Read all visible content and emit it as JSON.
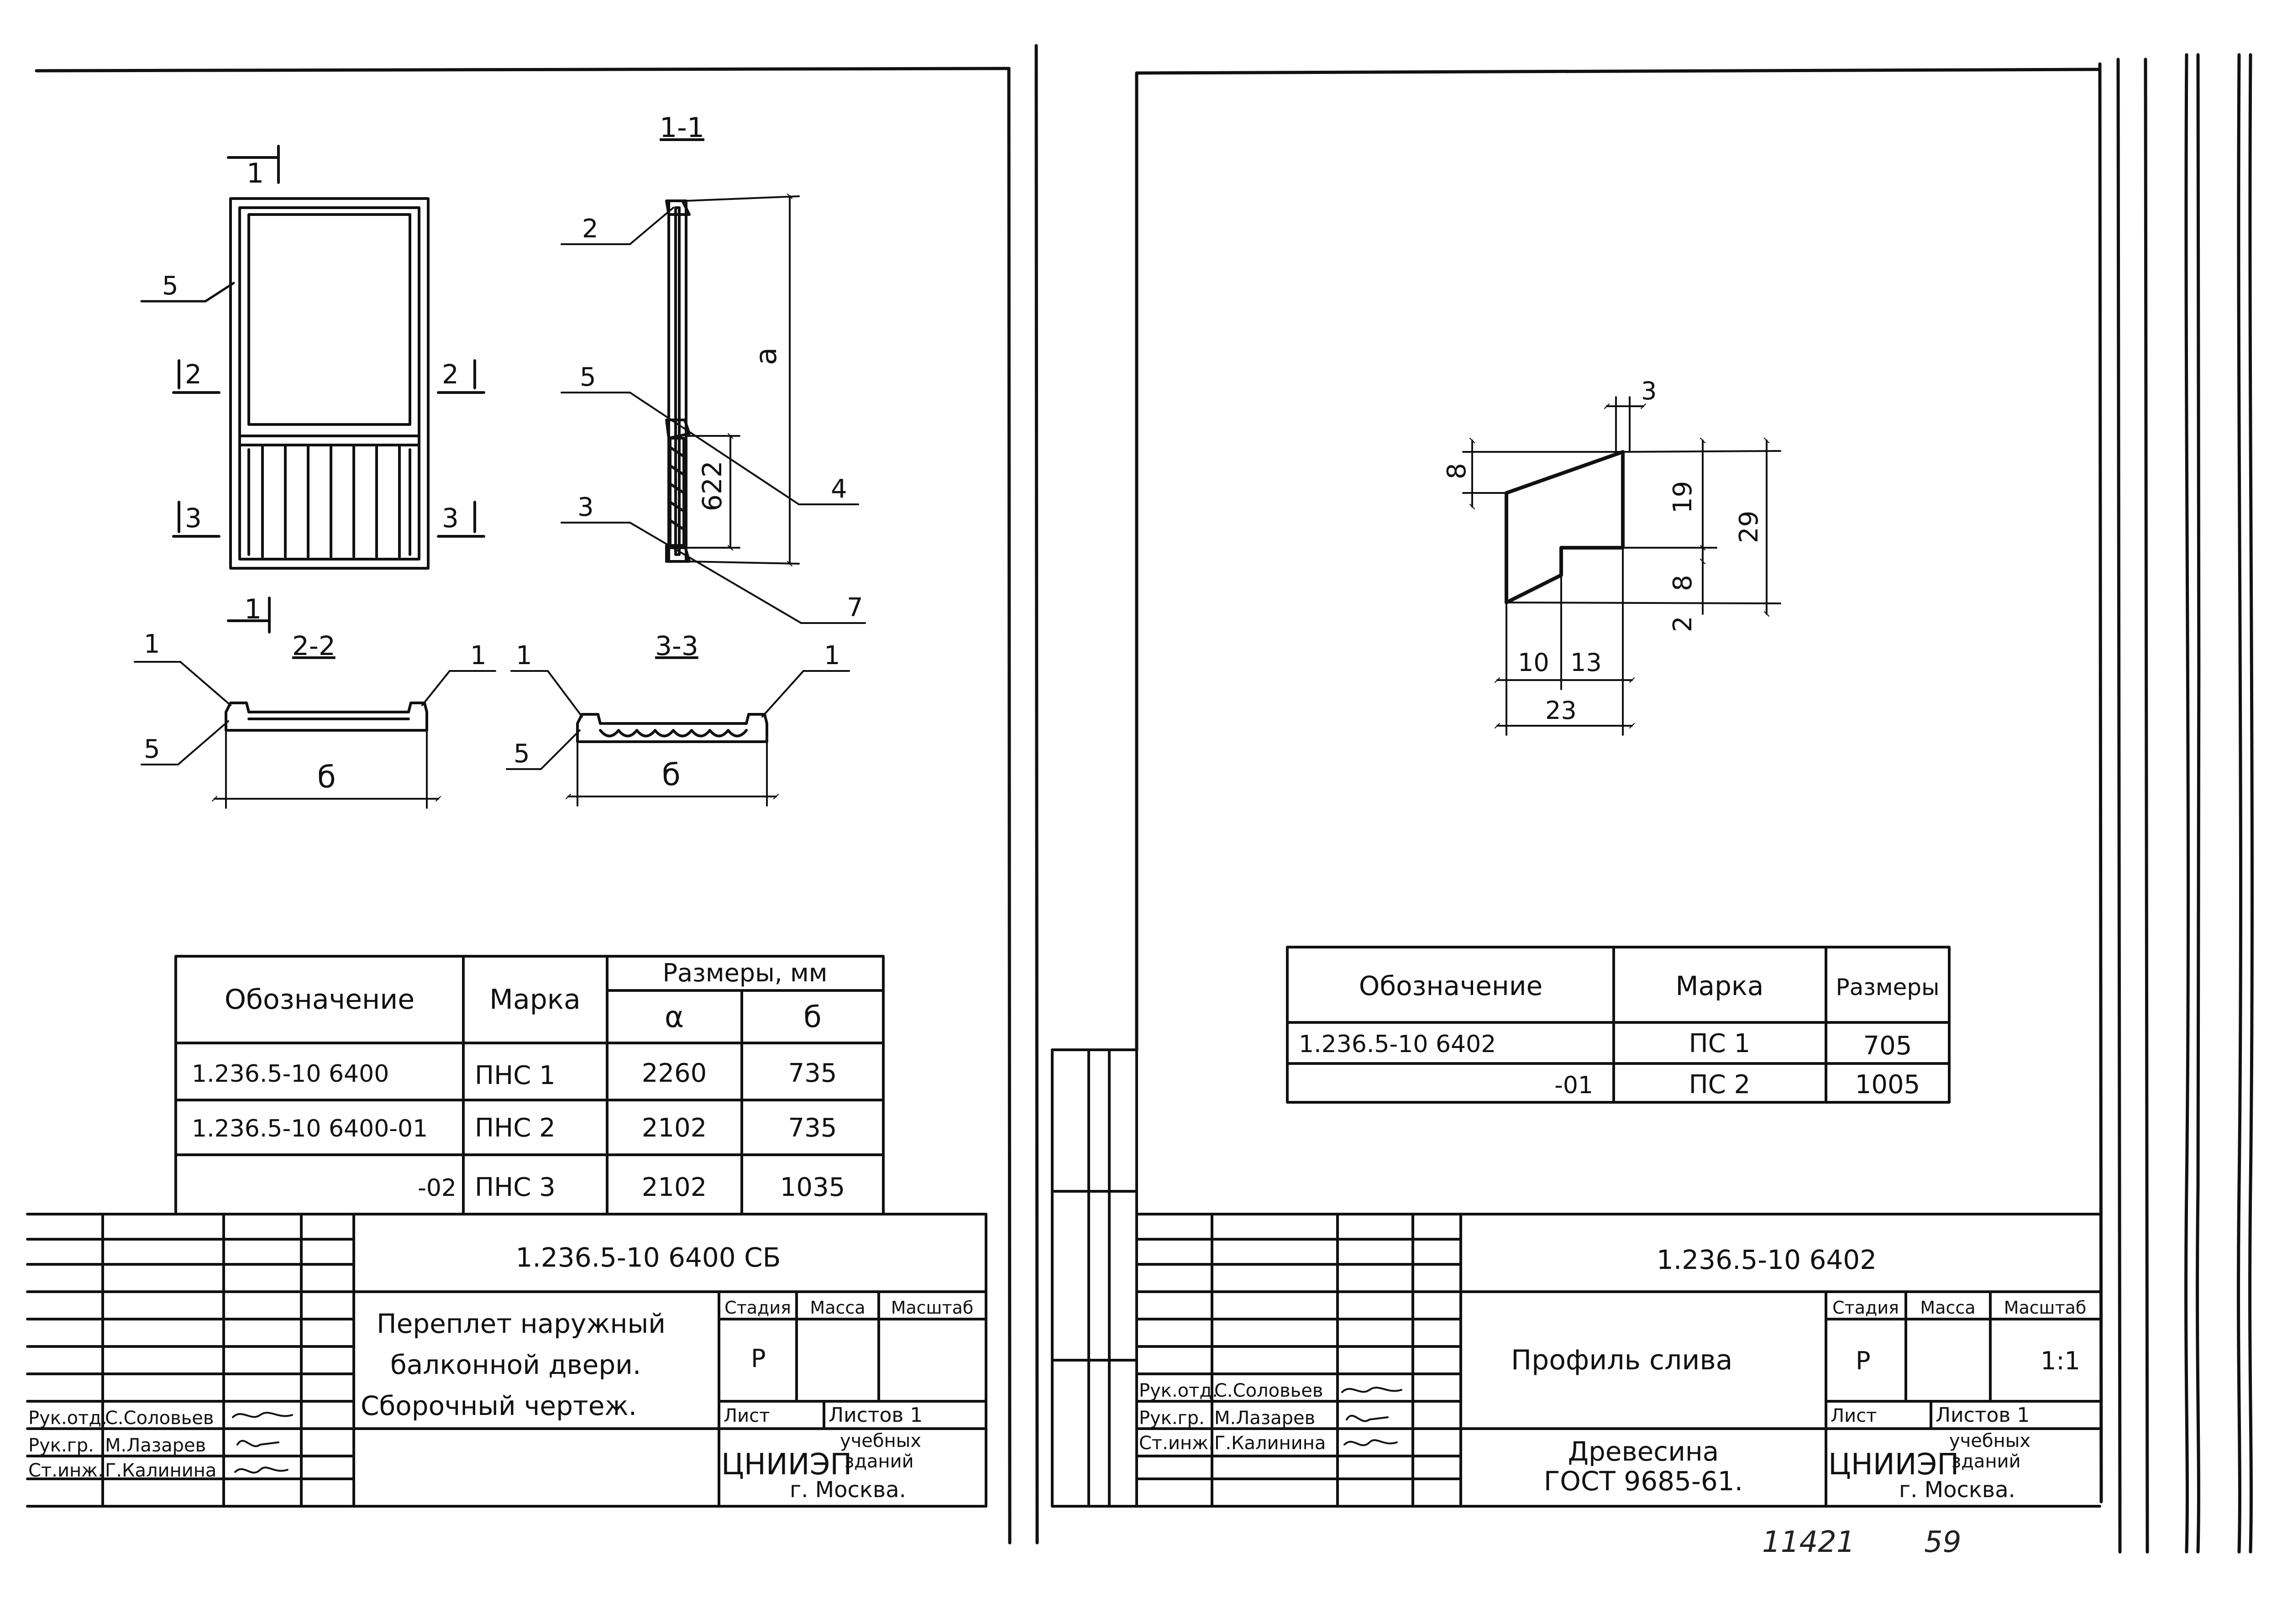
{
  "left_sheet": {
    "section_labels": {
      "s11": "1-1",
      "s22": "2-2",
      "s33": "3-3"
    },
    "cut_marks": {
      "top": "1",
      "bottom": "1",
      "left2": "2",
      "right2": "2",
      "left3": "3",
      "right3": "3"
    },
    "callouts": {
      "c5a": "5",
      "c2": "2",
      "c5b": "5",
      "c4": "4",
      "c3": "3",
      "c7": "7",
      "c1a": "1",
      "c1b": "1",
      "c5c": "5",
      "c1c": "1",
      "c1d": "1",
      "c5d": "5"
    },
    "dimensions": {
      "height_label": "a",
      "panel_height": "622",
      "width_label_22": "б",
      "width_label_33": "б"
    },
    "table": {
      "h_designation": "Обозначение",
      "h_mark": "Марка",
      "h_sizes": "Размеры, мм",
      "h_a": "α",
      "h_b": "б",
      "rows": [
        {
          "designation": "1.236.5-10 6400",
          "mark": "ПНС 1",
          "a": "2260",
          "b": "735"
        },
        {
          "designation": "1.236.5-10 6400-01",
          "mark": "ПНС 2",
          "a": "2102",
          "b": "735"
        },
        {
          "designation": "-02",
          "mark": "ПНС 3",
          "a": "2102",
          "b": "1035"
        }
      ]
    },
    "title_block": {
      "code": "1.236.5-10 6400 СБ",
      "title_line1": "Переплет наружный",
      "title_line2": "балконной двери.",
      "title_line3": "Сборочный чертеж.",
      "h_stage": "Стадия",
      "h_mass": "Масса",
      "h_scale": "Масштаб",
      "stage": "Р",
      "sheet": "Лист",
      "sheets": "Листов 1",
      "org": "ЦНИИЭП",
      "org_sub1": "учебных",
      "org_sub2": "зданий",
      "city": "г. Москва.",
      "roles": [
        "Рук.отд.",
        "Рук.гр.",
        "Ст.инж."
      ],
      "names": [
        "С.Соловьев",
        "М.Лазарев",
        "Г.Калинина"
      ]
    }
  },
  "right_sheet": {
    "dimensions": {
      "d3": "3",
      "d8a": "8",
      "d19": "19",
      "d29": "29",
      "d8b": "8",
      "d2": "2",
      "d10": "10",
      "d13": "13",
      "d23": "23"
    },
    "table": {
      "h_designation": "Обозначение",
      "h_mark": "Марка",
      "h_sizes": "Размеры",
      "rows": [
        {
          "designation": "1.236.5-10 6402",
          "mark": "ПС 1",
          "size": "705"
        },
        {
          "designation": "-01",
          "mark": "ПС 2",
          "size": "1005"
        }
      ]
    },
    "title_block": {
      "code": "1.236.5-10 6402",
      "title": "Профиль слива",
      "h_stage": "Стадия",
      "h_mass": "Масса",
      "h_scale": "Масштаб",
      "stage": "Р",
      "scale": "1:1",
      "sheet": "Лист",
      "sheets": "Листов 1",
      "material_line1": "Древесина",
      "material_line2": "ГОСТ 9685-61.",
      "org": "ЦНИИЭП",
      "org_sub1": "учебных",
      "org_sub2": "зданий",
      "city": "г. Москва.",
      "roles": [
        "Рук.отд.",
        "Рук.гр.",
        "Ст.инж."
      ],
      "names": [
        "С.Соловьев",
        "М.Лазарев",
        "Г.Калинина"
      ]
    }
  },
  "margin_note": {
    "number": "11421",
    "page": "59"
  }
}
